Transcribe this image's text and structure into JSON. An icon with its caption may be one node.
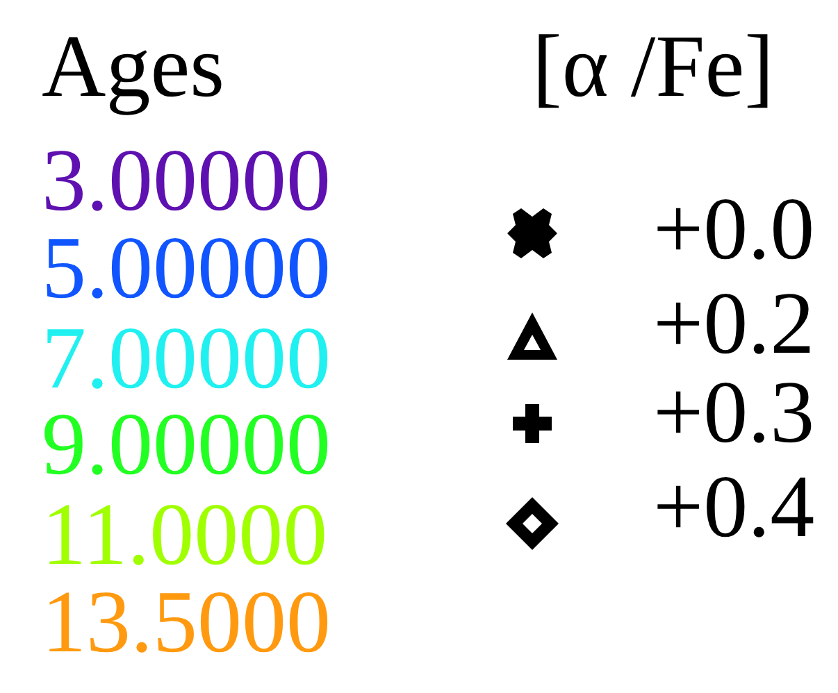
{
  "diagram": {
    "labels": [
      "Ages",
      "[α /Fe]"
    ],
    "legend": [
      {
        "text": "3.00000",
        "color": "#5e10b0"
      },
      {
        "text": "5.00000",
        "color": "#1055ff"
      },
      {
        "text": "7.00000",
        "color": "#20f0f0"
      },
      {
        "text": "9.00000",
        "color": "#22ff22"
      },
      {
        "text": "11.0000",
        "color": "#a0ff00"
      },
      {
        "text": "13.5000",
        "color": "#ff9a10"
      },
      {
        "text": "+0.0"
      },
      {
        "text": "+0.2"
      },
      {
        "text": "+0.3"
      },
      {
        "text": "+0.4"
      }
    ]
  }
}
